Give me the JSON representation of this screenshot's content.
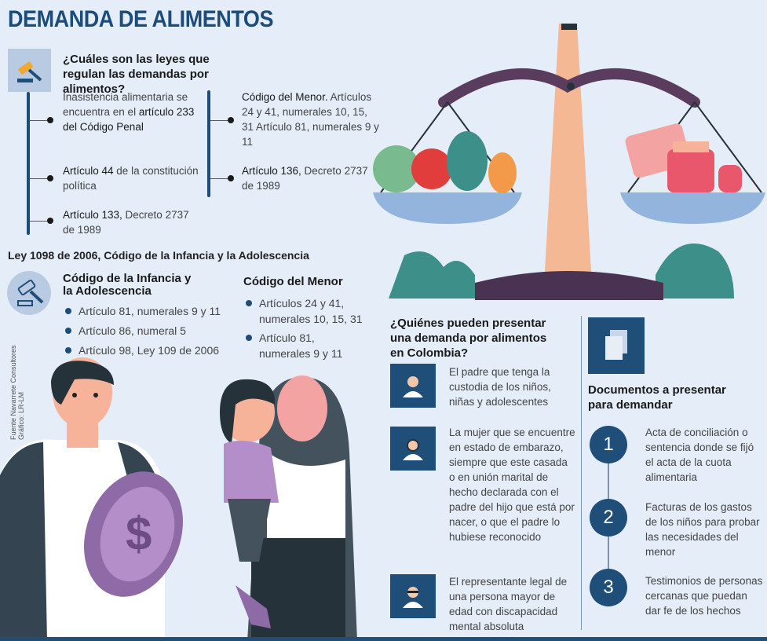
{
  "title": "DEMANDA DE ALIMENTOS",
  "laws": {
    "question": "¿Cuáles son las leyes que regulan las demandas por alimentos?",
    "left": [
      {
        "text1": "Inasistencia alimentaria se encuentra en el",
        "bold": "artículo 233 del Código Penal",
        "text2": ""
      },
      {
        "text1": "",
        "bold": "Artículo 44",
        "text2": " de la constitución política"
      },
      {
        "text1": "",
        "bold": "Artículo 133,",
        "text2": " Decreto 2737 de 1989"
      }
    ],
    "right": [
      {
        "bold": "Código del Menor.",
        "text2": " Artículos 24 y 41, numerales 10, 15, 31 Artículo 81, numerales 9 y 11"
      },
      {
        "bold": "Artículo 136,",
        "text2": " Decreto 2737 de 1989"
      }
    ]
  },
  "ley1098": {
    "heading": "Ley 1098 de 2006, Código de la Infancia y la Adolescencia",
    "col1": {
      "title": "Código de la Infancia y la Adolescencia",
      "items": [
        "Artículo 81, numerales 9 y 11",
        "Artículo 86, numeral 5",
        "Artículo 98, Ley 109 de 2006"
      ]
    },
    "col2": {
      "title": "Código del Menor",
      "items": [
        "Artículos 24 y 41, numerales 10, 15, 31",
        "Artículo 81, numerales 9 y 11"
      ]
    }
  },
  "credit": {
    "source": "Fuente Navarrete Consultores",
    "graphic": "Gráfico: LR-LM"
  },
  "who": {
    "question": "¿Quiénes pueden presentar una demanda por alimentos en Colombia?",
    "items": [
      "El padre que tenga la custodia de los niños, niñas y adolescentes",
      "La mujer que se encuentre en estado de embarazo, siempre que este casada o en unión marital de hecho declarada con el padre del hijo que está por nacer, o que el padre lo hubiese reconocido",
      "El representante legal de una persona mayor de edad con discapacidad mental absoluta"
    ]
  },
  "docs": {
    "title": "Documentos a presentar para demandar",
    "items": [
      {
        "n": "1",
        "text": "Acta de conciliación o sentencia donde se fijó el acta de la cuota alimentaria"
      },
      {
        "n": "2",
        "text": "Facturas de los gastos de los niños para probar las necesidades del menor"
      },
      {
        "n": "3",
        "text": "Testimonios de personas cercanas que puedan dar fe de los hechos"
      }
    ]
  },
  "colors": {
    "primary": "#1f4e79",
    "background": "#e4edf8"
  }
}
